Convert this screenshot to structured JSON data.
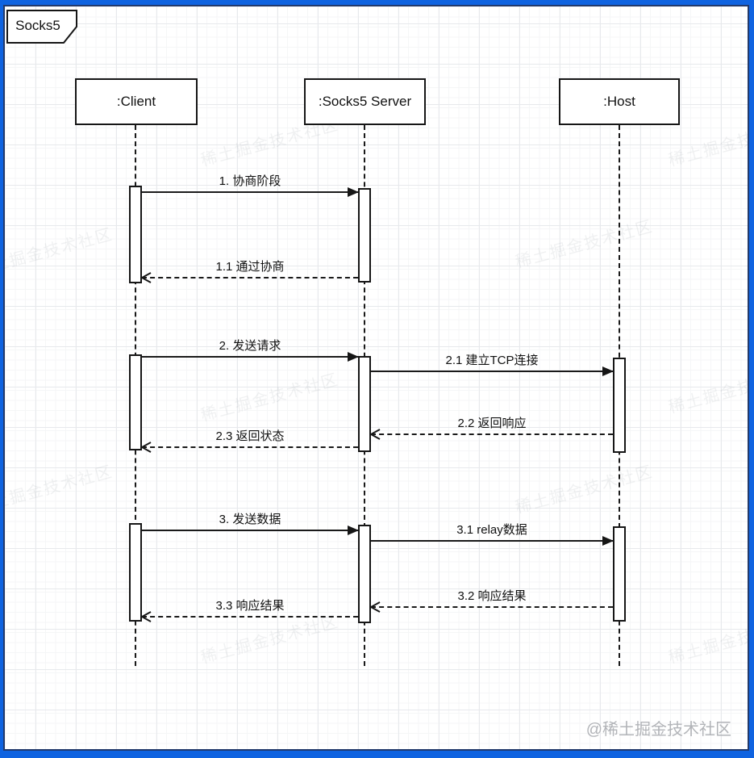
{
  "frame": {
    "title": "Socks5"
  },
  "diagram": {
    "participants": [
      {
        "name": ":Client"
      },
      {
        "name": ":Socks5 Server"
      },
      {
        "name": ":Host"
      }
    ],
    "messages": [
      {
        "label": "1. 协商阶段",
        "from": ":Client",
        "to": ":Socks5 Server",
        "style": "solid"
      },
      {
        "label": "1.1 通过协商",
        "from": ":Socks5 Server",
        "to": ":Client",
        "style": "dashed"
      },
      {
        "label": "2. 发送请求",
        "from": ":Client",
        "to": ":Socks5 Server",
        "style": "solid"
      },
      {
        "label": "2.1 建立TCP连接",
        "from": ":Socks5 Server",
        "to": ":Host",
        "style": "solid"
      },
      {
        "label": "2.2 返回响应",
        "from": ":Host",
        "to": ":Socks5 Server",
        "style": "dashed"
      },
      {
        "label": "2.3 返回状态",
        "from": ":Socks5 Server",
        "to": ":Client",
        "style": "dashed"
      },
      {
        "label": "3. 发送数据",
        "from": ":Client",
        "to": ":Socks5 Server",
        "style": "solid"
      },
      {
        "label": "3.1 relay数据",
        "from": ":Socks5 Server",
        "to": ":Host",
        "style": "solid"
      },
      {
        "label": "3.2 响应结果",
        "from": ":Host",
        "to": ":Socks5 Server",
        "style": "dashed"
      },
      {
        "label": "3.3 响应结果",
        "from": ":Socks5 Server",
        "to": ":Client",
        "style": "dashed"
      }
    ]
  },
  "watermark": {
    "credit": "@稀土掘金技术社区",
    "tile": "稀土掘金技术社区"
  },
  "colors": {
    "frame_border": "#0f63e0",
    "inner_edge": "#22396b",
    "stroke": "#1a1a1a",
    "grid_major": "#e7e9ec",
    "grid_minor": "#f5f6f7",
    "watermark": "#b2b4b8"
  }
}
